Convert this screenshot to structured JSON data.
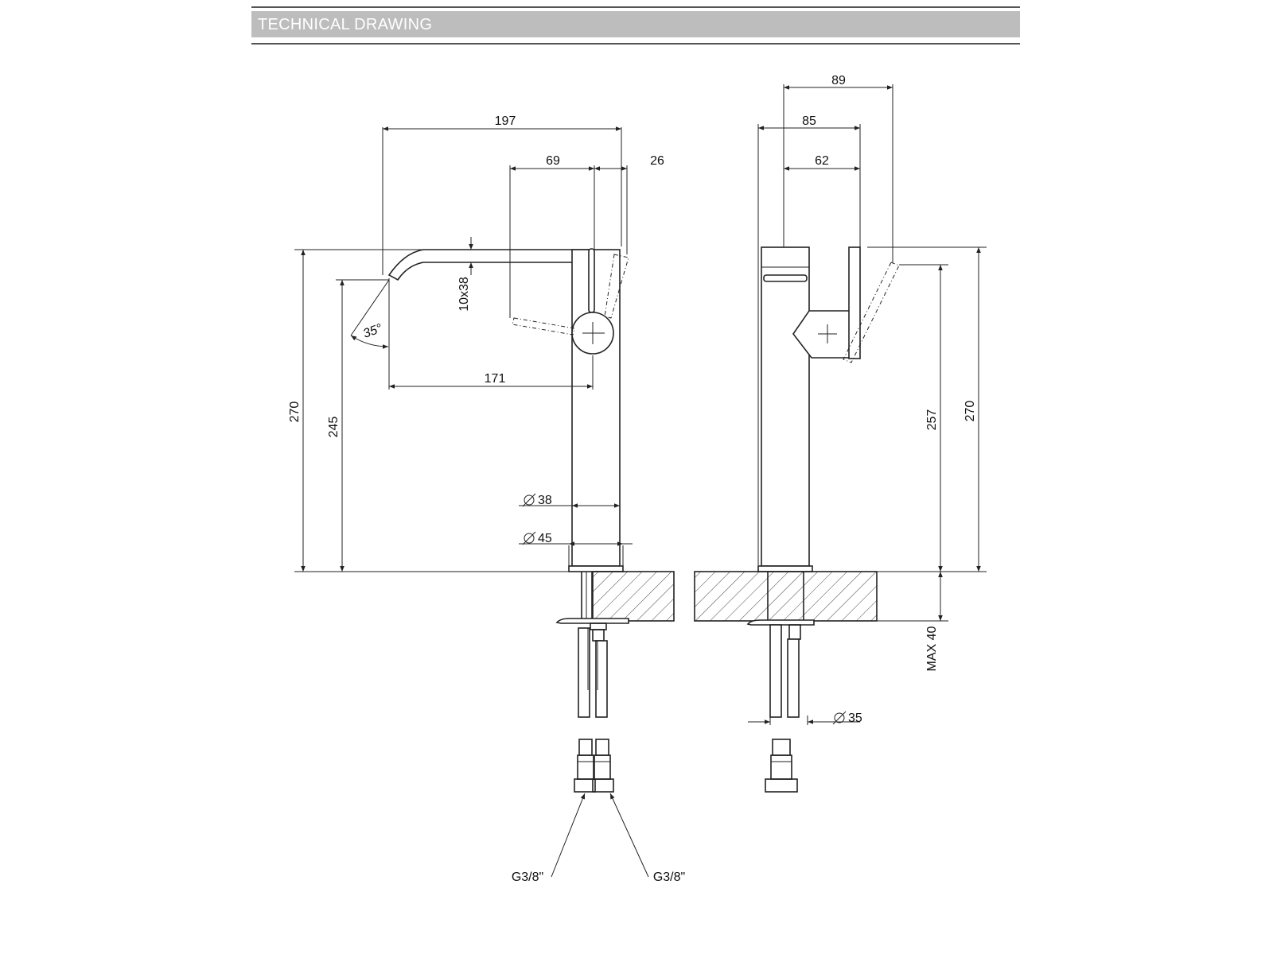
{
  "header": {
    "title": "TECHNICAL DRAWING"
  },
  "dimensions": {
    "d197": "197",
    "d69": "69",
    "d26": "26",
    "d10x38": "10x38",
    "d35deg": "35°",
    "d171": "171",
    "d270_left": "270",
    "d245": "245",
    "d38": "38",
    "d45": "45",
    "d89": "89",
    "d85": "85",
    "d62": "62",
    "d257": "257",
    "d270_right": "270",
    "max40": "MAX 40",
    "d35": "35",
    "g38_left": "G3/8\"",
    "g38_right": "G3/8\""
  },
  "colors": {
    "line": "#222222",
    "header_band": "#bdbdbd",
    "header_rule": "#555555"
  }
}
